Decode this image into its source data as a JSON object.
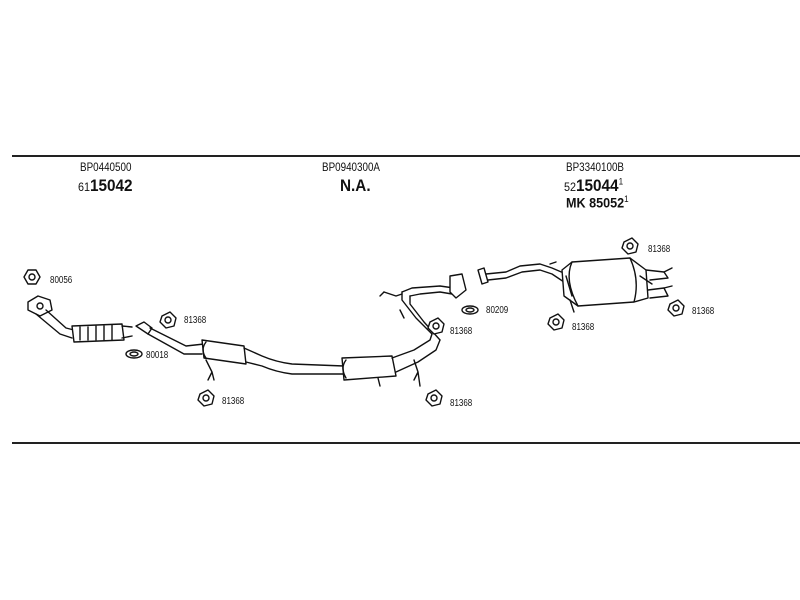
{
  "header": {
    "sections": [
      {
        "code": "BP0440500",
        "prefix": "61",
        "number": "15042",
        "sup": ""
      },
      {
        "code": "BP0940300A",
        "prefix": "",
        "number": "N.A.",
        "sup": ""
      },
      {
        "code": "BP3340100B",
        "prefix": "52",
        "number": "15044",
        "sup": "1"
      }
    ],
    "secondary": {
      "prefix": "MK",
      "number": "85052",
      "sup": "1"
    }
  },
  "parts": {
    "p80056": "80056",
    "p80018": "80018",
    "p81368_a": "81368",
    "p81368_b": "81368",
    "p81368_c": "81368",
    "p81368_d": "81368",
    "p80209": "80209",
    "p81368_e": "81368",
    "p81368_f": "81368",
    "p81368_g": "81368"
  }
}
